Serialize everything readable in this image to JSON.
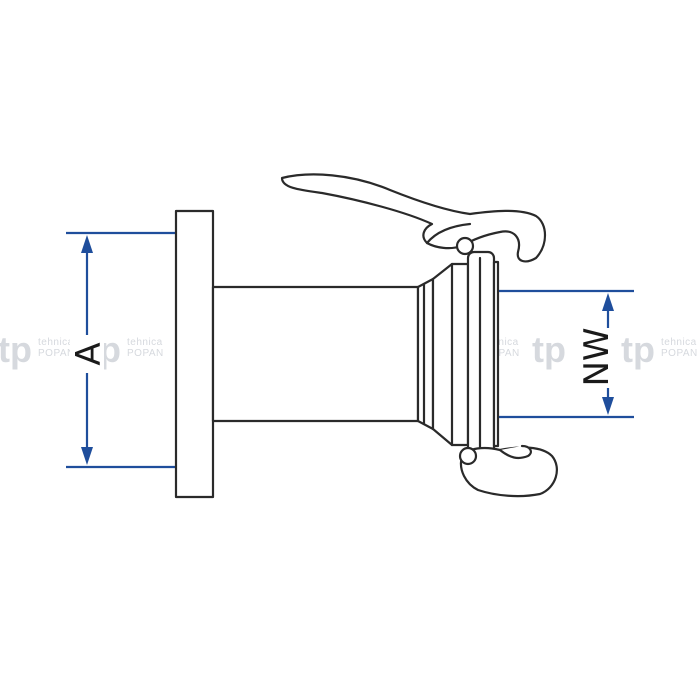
{
  "diagram": {
    "dimensions": {
      "a_label": "A",
      "nw_label": "NW"
    },
    "watermark": {
      "logo": "tp",
      "line1": "tehnica",
      "line2": "POPAN"
    },
    "colors": {
      "outline": "#2a2a2a",
      "dimension": "#1f4e9c",
      "watermark": "#d6d9de"
    }
  }
}
